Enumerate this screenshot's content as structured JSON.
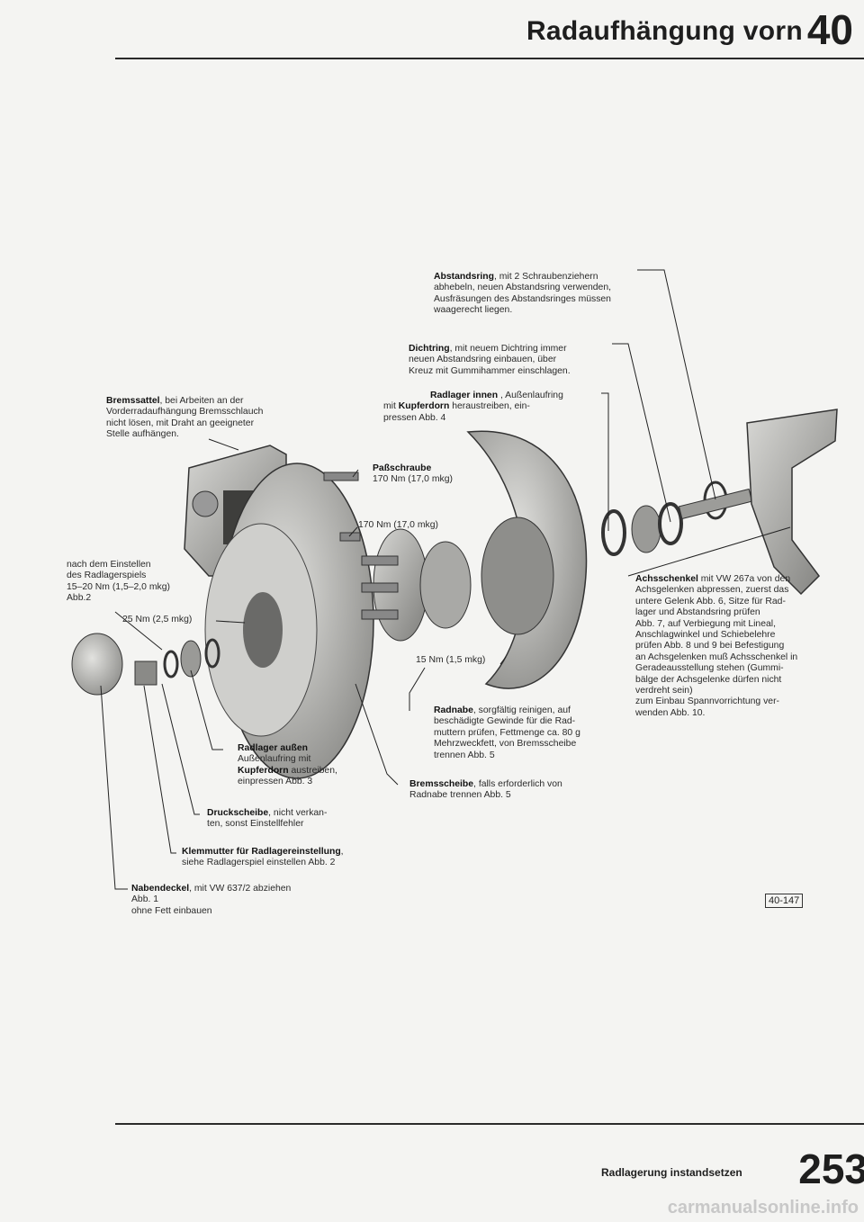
{
  "header": {
    "title": "Radaufhängung vorn",
    "section": "40"
  },
  "captions": {
    "abstandsring": {
      "label": "Abstandsring",
      "lines": [
        ", mit 2 Schraubenziehern",
        "abhebeln, neuen Abstandsring verwenden,",
        "Ausfräsungen des Abstandsringes müssen",
        "waagerecht liegen."
      ]
    },
    "dichtring": {
      "label": "Dichtring",
      "lines": [
        ", mit neuem Dichtring immer",
        "neuen Abstandsring einbauen, über",
        "Kreuz mit Gummihammer einschlagen."
      ]
    },
    "radlager_innen": {
      "label": "Radlager innen",
      "lines": [
        ", Außenlaufring",
        "mit ",
        "Kupferdorn",
        " heraustreiben, ein-",
        "pressen Abb. 4"
      ]
    },
    "bremssattel": {
      "label": "Bremssattel",
      "lines": [
        ", bei Arbeiten an der",
        "Vorderradaufhängung Bremsschlauch",
        "nicht lösen, mit Draht an geeigneter",
        "Stelle aufhängen."
      ]
    },
    "passschraube": {
      "label": "Paßschraube",
      "torque": "170 Nm (17,0 mkg)"
    },
    "torque_hub_bolt": "170 Nm (17,0 mkg)",
    "radlagerspiel": {
      "lines": [
        "nach dem Einstellen",
        "des Radlagerspiels",
        "15–20 Nm (1,5–2,0 mkg)",
        "Abb.2"
      ]
    },
    "torque_25": "25 Nm (2,5 mkg)",
    "torque_15": "15 Nm (1,5 mkg)",
    "achsschenkel": {
      "label": "Achsschenkel",
      "lines": [
        " mit VW 267a von den",
        "Achsgelenken abpressen, zuerst das",
        "untere Gelenk Abb. 6, Sitze für Rad-",
        "lager und Abstandsring prüfen",
        "Abb. 7, auf Verbiegung mit Lineal,",
        "Anschlagwinkel und Schiebelehre",
        "prüfen Abb. 8 und 9 bei Befestigung",
        "an Achsgelenken muß Achsschenkel in",
        "Geradeausstellung stehen (Gummi-",
        "bälge der Achsgelenke dürfen nicht",
        "verdreht sein)",
        "zum Einbau Spannvorrichtung ver-",
        "wenden Abb. 10."
      ]
    },
    "radnabe": {
      "label": "Radnabe",
      "lines": [
        ", sorgfältig reinigen, auf",
        "beschädigte Gewinde für die Rad-",
        "muttern prüfen, Fettmenge ca. 80 g",
        "Mehrzweckfett, von Bremsscheibe",
        "trennen Abb. 5"
      ]
    },
    "radlager_aussen": {
      "label": "Radlager außen",
      "lines": [
        "Außenlaufring mit",
        "Kupferdorn",
        " austreiben,",
        "einpressen Abb. 3"
      ]
    },
    "bremsscheibe": {
      "label": "Bremsscheibe",
      "lines": [
        ", falls erforderlich von",
        "Radnabe trennen Abb. 5"
      ]
    },
    "druckscheibe": {
      "label": "Druckscheibe",
      "lines": [
        ", nicht verkan-",
        "ten, sonst Einstellfehler"
      ]
    },
    "klemmutter": {
      "label": "Klemmutter für Radlagereinstellung",
      "lines": [
        ",",
        "siehe Radlagerspiel einstellen Abb. 2"
      ]
    },
    "nabendeckel": {
      "label": "Nabendeckel",
      "lines": [
        ", mit VW 637/2 abziehen",
        "Abb. 1",
        "ohne Fett einbauen"
      ]
    }
  },
  "figure_id": "40-147",
  "footer": {
    "text": "Radlagerung instandsetzen",
    "page": "253"
  },
  "watermark": "carmanualsonline.info",
  "colors": {
    "text": "#1e1e1e",
    "background": "#f4f4f2",
    "part_fill": "#b9b9b6",
    "part_dark": "#5a5a58"
  }
}
